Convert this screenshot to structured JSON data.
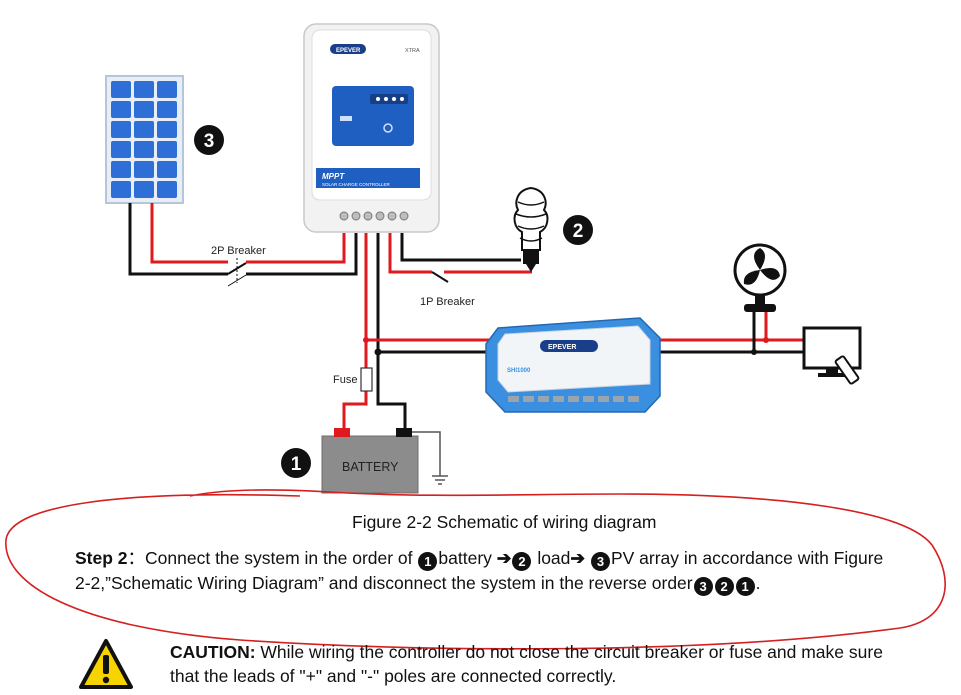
{
  "colors": {
    "red_wire": "#e0191e",
    "black_wire": "#111111",
    "panel_blue": "#2d6fd6",
    "controller_display": "#1f5fc1",
    "inverter_blue": "#3a8fe0",
    "battery_gray": "#8c8c8c",
    "annotation_red": "#d42020",
    "warning_yellow": "#f7d300"
  },
  "icons": {
    "solar_panel": "solar-panel-icon",
    "controller": "charge-controller-icon",
    "bulb": "bulb-icon",
    "fan": "fan-icon",
    "tv": "tv-icon",
    "inverter": "inverter-icon",
    "battery": "battery-icon",
    "ground": "ground-icon",
    "warning": "warning-icon"
  },
  "device": {
    "brand": "EPEVER",
    "model": "XTRA",
    "mppt": "MPPT",
    "subtitle": "SOLAR CHARGE CONTROLLER",
    "inverter_brand": "EPEVER",
    "inverter_model": "SHI1000"
  },
  "labels": {
    "breaker_2p": "2P Breaker",
    "breaker_1p": "1P Breaker",
    "fuse": "Fuse",
    "battery": "BATTERY",
    "marker_1": "1",
    "marker_2": "2",
    "marker_3": "3"
  },
  "caption": "Figure 2-2 Schematic of wiring diagram",
  "step": {
    "prefix": "Step 2",
    "colon": "：",
    "text1": "Connect the system in the order of ",
    "n1": "1",
    "item1": "battery ",
    "arrow1": "➔",
    "n2": "2",
    "item2": " load",
    "arrow2": "➔ ",
    "n3": "3",
    "item3": "PV array in accordance with Figure 2-2,”Schematic Wiring Diagram” and disconnect the system in the reverse order",
    "r3": "3",
    "r2": "2",
    "r1": "1",
    "end": "."
  },
  "caution": {
    "label": "CAUTION:",
    "text": " While wiring the controller do not close the circuit breaker or fuse and make sure that the leads of \"+\" and \"-\" poles are connected correctly."
  }
}
